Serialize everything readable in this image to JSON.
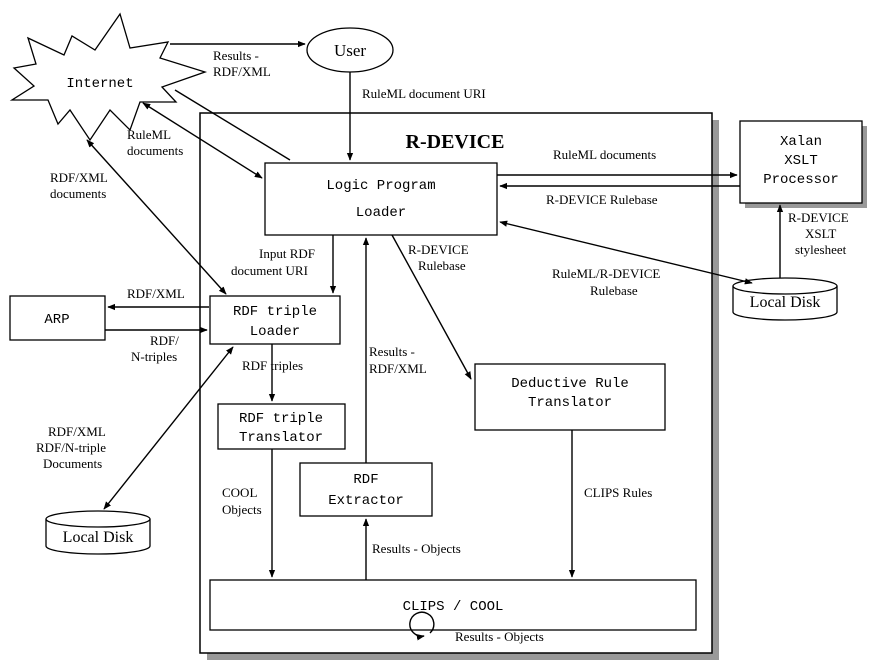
{
  "title": "R-DEVICE",
  "nodes": {
    "internet": "Internet",
    "user": "User",
    "logic_loader": [
      "Logic Program",
      "Loader"
    ],
    "xalan": [
      "Xalan",
      "XSLT",
      "Processor"
    ],
    "arp": "ARP",
    "rdf_loader": [
      "RDF triple",
      "Loader"
    ],
    "rdf_translator": [
      "RDF triple",
      "Translator"
    ],
    "rdf_extractor": [
      "RDF",
      "Extractor"
    ],
    "deductive_translator": [
      "Deductive Rule",
      "Translator"
    ],
    "clips": "CLIPS / COOL",
    "local_disk_right": "Local Disk",
    "local_disk_left": "Local Disk"
  },
  "edge_labels": {
    "results_rdfxml_top": [
      "Results -",
      "RDF/XML"
    ],
    "ruleml_uri": "RuleML document URI",
    "ruleml_documents_left": [
      "RuleML",
      "documents"
    ],
    "rdfxml_documents": [
      "RDF/XML",
      "documents"
    ],
    "ruleml_documents_right": "RuleML documents",
    "rdevice_rulebase_xalan": "R-DEVICE Rulebase",
    "rdevice_xslt_stylesheet": [
      "R-DEVICE",
      "XSLT",
      "stylesheet"
    ],
    "ruleml_rdevice_rulebase": [
      "RuleML/R-DEVICE",
      "Rulebase"
    ],
    "input_rdf_uri": [
      "Input RDF",
      "document URI"
    ],
    "rdevice_rulebase_inner": [
      "R-DEVICE",
      "Rulebase"
    ],
    "rdfxml_arp": "RDF/XML",
    "rdf_ntriples": [
      "RDF/",
      "N-triples"
    ],
    "rdf_triples": "RDF triples",
    "results_rdfxml_inner": [
      "Results -",
      "RDF/XML"
    ],
    "rdf_docs_disk": [
      "RDF/XML",
      "RDF/N-triple",
      "Documents"
    ],
    "cool_objects": [
      "COOL",
      "Objects"
    ],
    "clips_rules": "CLIPS Rules",
    "results_objects_mid": "Results - Objects",
    "results_objects_bottom": "Results - Objects"
  }
}
